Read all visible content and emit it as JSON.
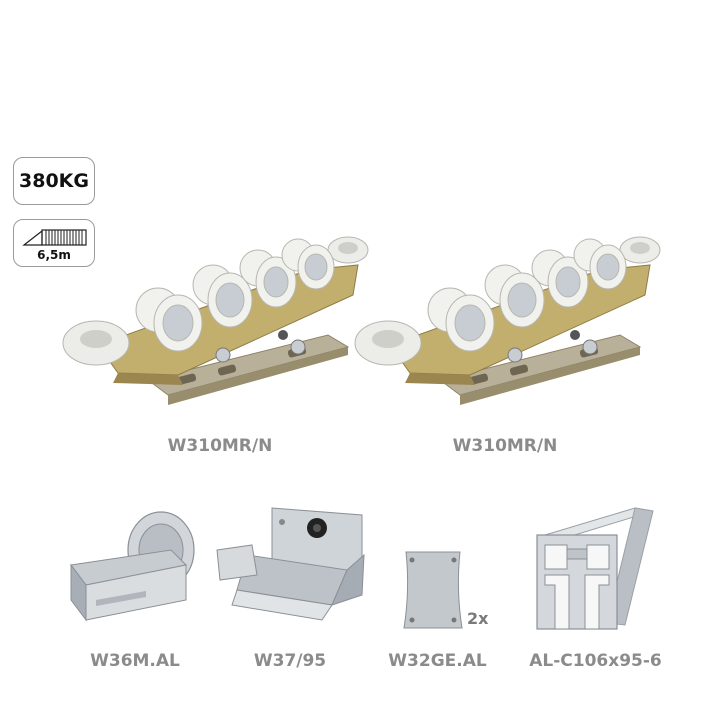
{
  "badges": {
    "weight": "380KG",
    "length": "6,5m"
  },
  "products": [
    {
      "label": "W310MR/N"
    },
    {
      "label": "W310MR/N"
    },
    {
      "label": "W36M.AL"
    },
    {
      "label": "W37/95"
    },
    {
      "label": "W32GE.AL",
      "quantity": "2x"
    },
    {
      "label": "AL-C106x95-6"
    }
  ],
  "colors": {
    "label_gray": "#8b8b8b",
    "brass": "#b8a46a",
    "roller_white": "#f1f1ee",
    "steel": "#c8ccd0"
  }
}
